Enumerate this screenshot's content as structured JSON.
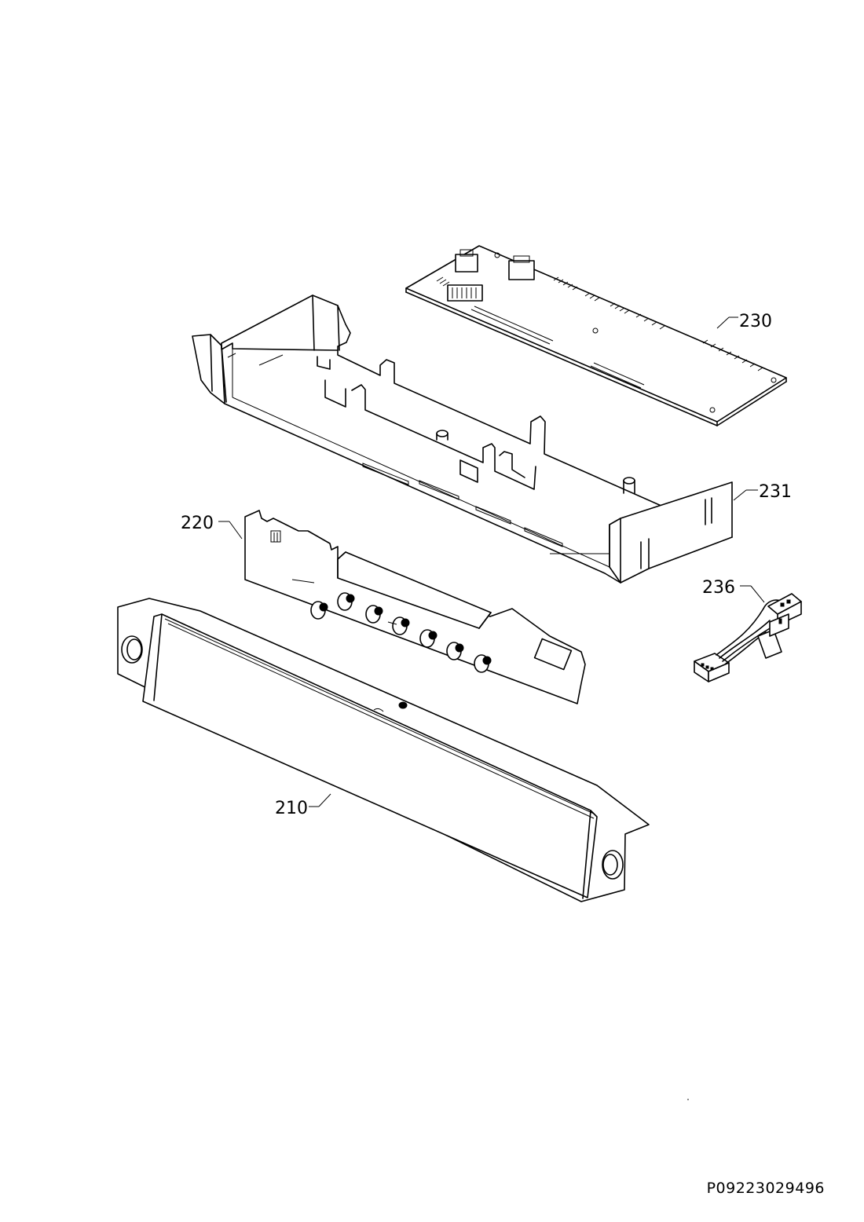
{
  "callouts": {
    "p230": "230",
    "p231": "231",
    "p220": "220",
    "p236": "236",
    "p210": "210"
  },
  "doc_code": "P09223029496"
}
